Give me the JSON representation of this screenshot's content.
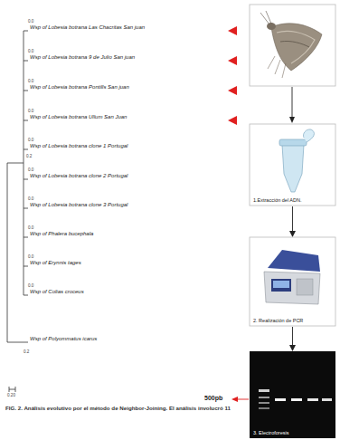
{
  "diagram": {
    "caption": "FIG. 2. Análisis evolutivo por el método de Neighbor-Joining. El análisis involucró 11",
    "nodes": [
      {
        "text": [
          "1.Extracción del ADN."
        ]
      },
      {
        "text": [
          "2. Realización de PCR"
        ]
      },
      {
        "text": [
          "3. Electroforesis"
        ]
      }
    ],
    "edges": [
      {
        "from": 0,
        "to": 1,
        "arrow": "to"
      },
      {
        "from": 1,
        "to": 2,
        "arrow": "to"
      }
    ],
    "labels": [
      "Wsp of Lobesia botrana Las Chacritas San juan",
      "Wsp of Lobesia botrana 9 de Julio San juan",
      "Wsp of Lobesia botrana Pontills San juan",
      "Wsp of Lobesia botrana Ullum San Juan",
      "Wsp of Lobesia botrana clone 1 Portugal",
      "Wsp of Lobesia botrana clone 2 Portugal",
      "Wsp of Lobesia botrana clone 3 Portugal",
      "Wsp of Phalera bucephala",
      "Wsp of Erynnis tages",
      "Wsp of Colias croceus",
      "Wsp of Polyommatus icarus",
      "0.0",
      "0.0",
      "0.0",
      "0.0",
      "0.0",
      "0.0",
      "0.0",
      "0.0",
      "0.0",
      "0.0",
      "0.2",
      "0.2",
      "0.20",
      "500pb"
    ]
  }
}
